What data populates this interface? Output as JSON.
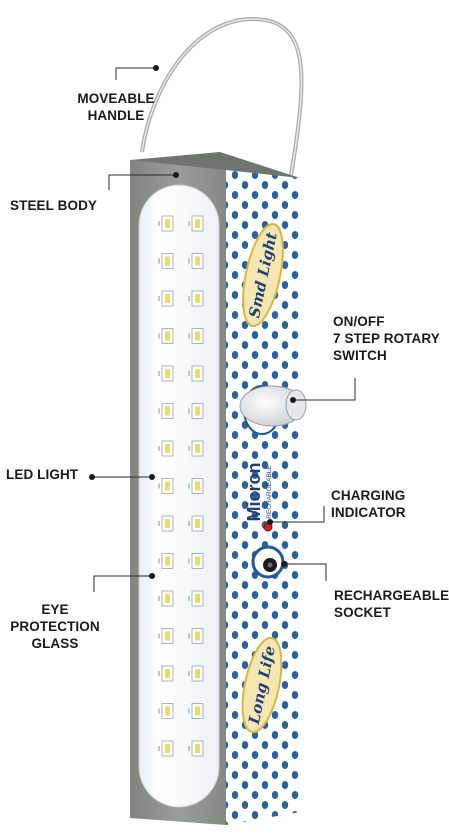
{
  "callouts": {
    "handle": [
      "MOVEABLE",
      "HANDLE"
    ],
    "steel_body": [
      "STEEL BODY"
    ],
    "on_off": [
      "ON/OFF",
      "7 STEP ROTARY",
      "SWITCH"
    ],
    "led_light": [
      "LED LIGHT"
    ],
    "charging_indicator": [
      "CHARGING",
      "INDICATOR"
    ],
    "eye_protection": [
      "EYE",
      "PROTECTION",
      "GLASS"
    ],
    "rechargeable_socket": [
      "RECHARGEABLE",
      "SOCKET"
    ]
  },
  "product": {
    "badge_top": "Smd Light",
    "badge_bottom": "Long Life",
    "brand": "Micron",
    "brand_sub": "RECHARGEABLE",
    "led_rows": 15,
    "led_cols": 2
  },
  "colors": {
    "body_grey": "#8a8e8a",
    "glass": "#f3f6f8",
    "dot_blue": "#1f5a96",
    "badge_gold": "#d9b64a"
  }
}
